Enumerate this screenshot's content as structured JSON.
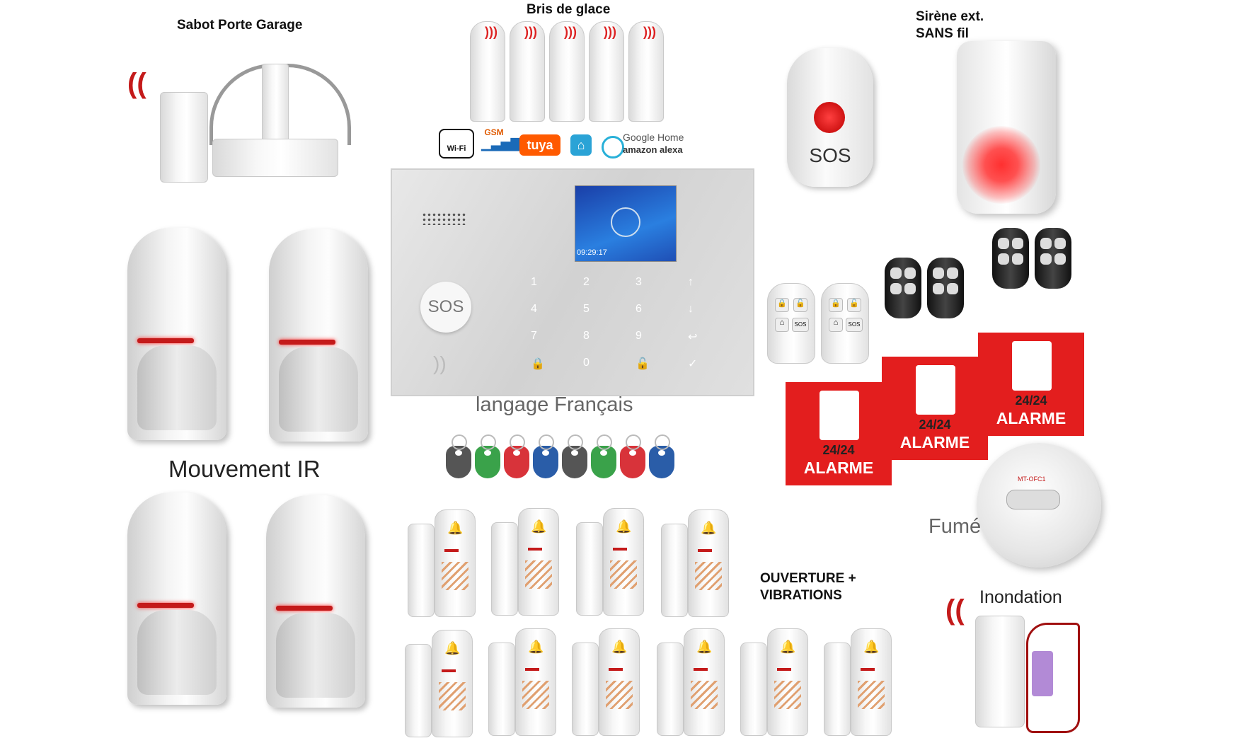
{
  "labels": {
    "garage": "Sabot Porte Garage",
    "glass_break": "Bris de glace",
    "siren_line1": "Sirène ext.",
    "siren_line2": "SANS fil",
    "motion": "Mouvement IR",
    "language": "langage Français",
    "opening_line1": "OUVERTURE +",
    "opening_line2": "VIBRATIONS",
    "smoke": "Fumée",
    "flood": "Inondation"
  },
  "logos": {
    "wifi": "Wi-Fi",
    "gsm": "GSM",
    "tuya": "tuya",
    "google": "Google Home",
    "alexa": "amazon alexa"
  },
  "keypad": {
    "sos": "SOS",
    "screen_time": "09:29:17",
    "keys": [
      "1",
      "2",
      "3",
      "↑",
      "4",
      "5",
      "6",
      "↓",
      "7",
      "8",
      "9",
      "↩",
      "🔒",
      "0",
      "🔓",
      "✓"
    ]
  },
  "panic_button": {
    "text": "SOS"
  },
  "remote_keys": {
    "sos": "SOS"
  },
  "stickers": [
    {
      "hours": "24/24",
      "text": "ALARME"
    },
    {
      "hours": "24/24",
      "text": "ALARME"
    },
    {
      "hours": "24/24",
      "text": "ALARME"
    }
  ],
  "smoke_detector": {
    "model": "MT-OFC1"
  },
  "tag_colors": [
    "#555555",
    "#3aa24a",
    "#d8333a",
    "#2a5da8",
    "#555555",
    "#3aa24a",
    "#d8333a",
    "#2a5da8"
  ],
  "colors": {
    "alarm_red": "#e31e1e",
    "led_red": "#c41a1a"
  }
}
